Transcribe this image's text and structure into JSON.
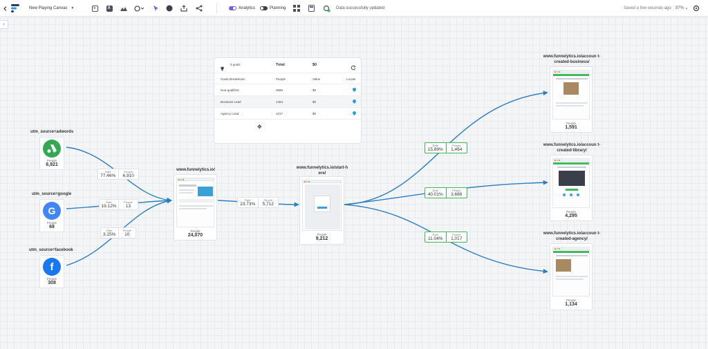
{
  "header": {
    "canvas_name": "New Playing Canvas",
    "analytics_label": "Analytics",
    "planning_label": "Planning",
    "status": "Data successfully updated",
    "saved": "Saved a few seconds ago",
    "zoom": "97%"
  },
  "goals": {
    "count": "3 goals",
    "total_label": "Total",
    "total_value": "$0",
    "headers": [
      "Goals Breakdown",
      "People",
      "Value",
      "Locate"
    ],
    "rows": [
      {
        "name": "Non-qualified",
        "people": "3686",
        "value": "$0"
      },
      {
        "name": "Business Lead",
        "people": "1464",
        "value": "$0"
      },
      {
        "name": "Agency Lead",
        "people": "1017",
        "value": "$0"
      }
    ]
  },
  "sources": [
    {
      "title": "utm_source=adwords",
      "people_label": "People",
      "people": "8,921",
      "icon": "google-ads-icon",
      "color": "#34a853"
    },
    {
      "title": "utm_source=google",
      "people_label": "People",
      "people": "68",
      "icon": "google-g-icon",
      "color": "#4285f4"
    },
    {
      "title": "utm_source=facebook",
      "people_label": "People",
      "people": "308",
      "icon": "facebook-icon",
      "color": "#1877f2"
    }
  ],
  "pages": [
    {
      "title": "www.funnelytics.io/",
      "people_label": "People",
      "people": "24,070"
    },
    {
      "title": "www.funnelytics.io/start-h ere/",
      "people_label": "People",
      "people": "9,212"
    },
    {
      "title": "www.funnelytics.io/accoun t-created-business/",
      "people_label": "People",
      "people": "1,591"
    },
    {
      "title": "www.funnelytics.io/accoun t-created-library/",
      "people_label": "People",
      "people": "4,295"
    },
    {
      "title": "www.funnelytics.io/accoun t-created-agency/",
      "people_label": "People",
      "people": "1,134"
    }
  ],
  "stats": [
    {
      "rate_label": "Rate",
      "rate": "77.46%",
      "people_label": "People",
      "people": "6,910"
    },
    {
      "rate_label": "Rate",
      "rate": "19.12%",
      "people_label": "People",
      "people": "13"
    },
    {
      "rate_label": "Rate",
      "rate": "3.25%",
      "people_label": "People",
      "people": "10"
    },
    {
      "rate_label": "Rate",
      "rate": "23.73%",
      "people_label": "People",
      "people": "5,712"
    },
    {
      "rate_label": "Rate",
      "rate": "15.89%",
      "people_label": "People",
      "people": "1,464"
    },
    {
      "rate_label": "Rate",
      "rate": "40.01%",
      "people_label": "People",
      "people": "3,686"
    },
    {
      "rate_label": "Rate",
      "rate": "11.04%",
      "people_label": "People",
      "people": "1,017"
    }
  ],
  "colors": {
    "wire": "#2b7fc0",
    "goal_green": "#3fb95c",
    "toggle_on": "#7a5ce0",
    "locate_pin": "#2f9bd6"
  }
}
